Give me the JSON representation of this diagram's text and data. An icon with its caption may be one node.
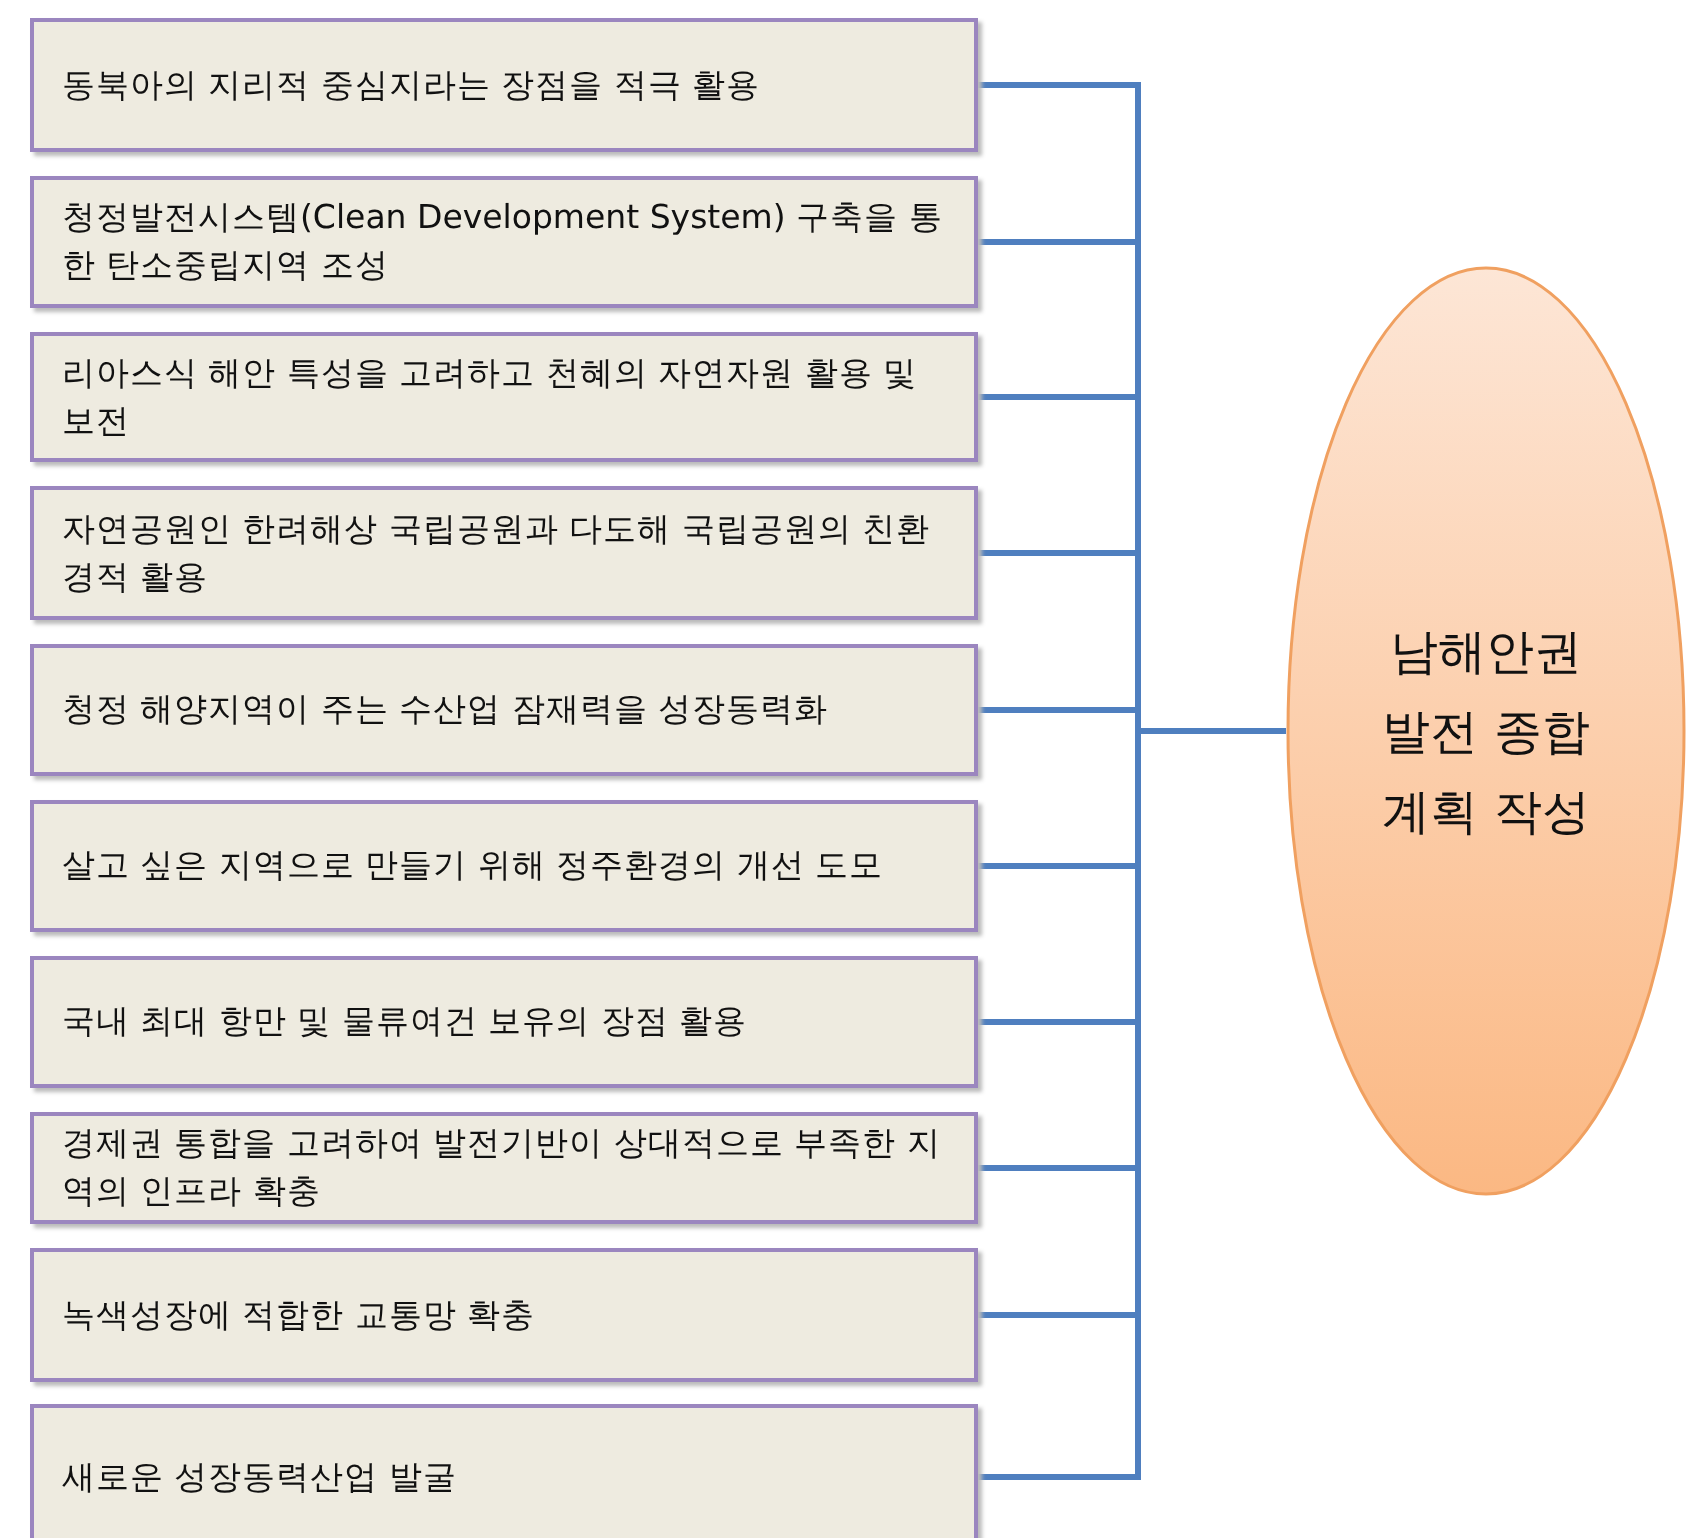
{
  "diagram": {
    "nodes": [
      {
        "text": [
          "동북아의 지리적 중심지라는 장점을 적극 활용"
        ]
      },
      {
        "text": [
          "청정발전시스템(Clean Development System) 구축을 통한 탄소중립지역 조성"
        ]
      },
      {
        "text": [
          "리아스식 해안 특성을 고려하고 천혜의 자연자원 활용 및 보전"
        ]
      },
      {
        "text": [
          "자연공원인 한려해상 국립공원과 다도해 국립공원의 친환경적 활용"
        ]
      },
      {
        "text": [
          "청정 해양지역이 주는 수산업 잠재력을 성장동력화"
        ]
      },
      {
        "text": [
          "살고 싶은 지역으로 만들기 위해 정주환경의 개선 도모"
        ]
      },
      {
        "text": [
          "국내 최대 항만 및 물류여건 보유의 장점 활용"
        ]
      },
      {
        "text": [
          "경제권 통합을 고려하여 발전기반이 상대적으로 부족한 지역의 인프라 확충"
        ]
      },
      {
        "text": [
          "녹색성장에 적합한 교통망 확충"
        ]
      },
      {
        "text": [
          "새로운 성장동력산업 발굴"
        ]
      },
      {
        "text": [
          "남해안권 발전 종합계획 작성"
        ]
      }
    ],
    "edges": [
      {
        "from": 0,
        "to": 10,
        "arrow": "none"
      },
      {
        "from": 1,
        "to": 10,
        "arrow": "none"
      },
      {
        "from": 2,
        "to": 10,
        "arrow": "none"
      },
      {
        "from": 3,
        "to": 10,
        "arrow": "none"
      },
      {
        "from": 4,
        "to": 10,
        "arrow": "none"
      },
      {
        "from": 5,
        "to": 10,
        "arrow": "none"
      },
      {
        "from": 6,
        "to": 10,
        "arrow": "none"
      },
      {
        "from": 7,
        "to": 10,
        "arrow": "none"
      },
      {
        "from": 8,
        "to": 10,
        "arrow": "none"
      },
      {
        "from": 9,
        "to": 10,
        "arrow": "none"
      }
    ]
  }
}
